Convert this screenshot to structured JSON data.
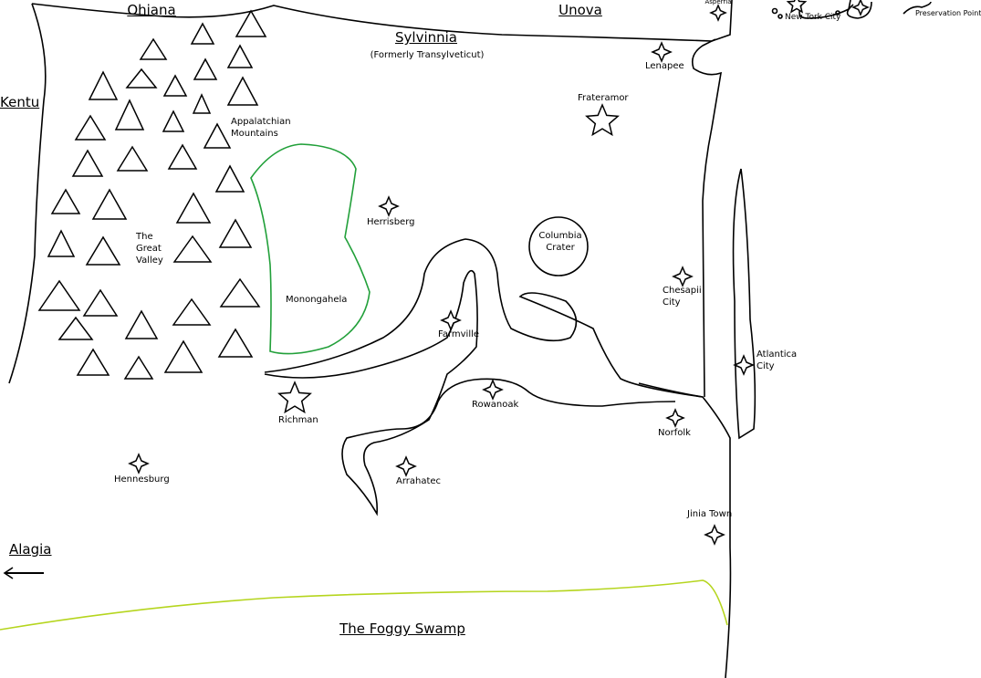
{
  "regions": {
    "ohiana": "Ohiana",
    "unova": "Unova",
    "kentu": "Kentu",
    "alagia": "Alagia",
    "sylvinnia": "Sylvinnia",
    "sylvinnia_former": "(Formerly Transylveticut)",
    "foggy_swamp": "The Foggy Swamp"
  },
  "features": {
    "appalachian": [
      "Appalatchian",
      "Mountains"
    ],
    "great_valley": [
      "The",
      "Great",
      "Valley"
    ],
    "monongahela": "Monongahela",
    "columbia_crater": [
      "Columbia",
      "Crater"
    ],
    "preservation_point": "Preservation Point"
  },
  "cities": {
    "asperria": "Asperria",
    "new_tork_city": "New Tork City",
    "lenapee": "Lenapee",
    "frateramor": "Frateramor",
    "herrisberg": "Herrisberg",
    "chesapii": [
      "Chesapii",
      "City"
    ],
    "farmville": "Farmville",
    "atlantica": [
      "Atlantica",
      "City"
    ],
    "richman": "Richman",
    "rowanoak": "Rowanoak",
    "norfolk": "Norfolk",
    "arrahatec": "Arrahatec",
    "hennesburg": "Hennesburg",
    "jinia_town": "Jinia Town"
  },
  "colors": {
    "line": "#000000",
    "lake": "#22a03a",
    "swamp": "#b5d51e"
  }
}
